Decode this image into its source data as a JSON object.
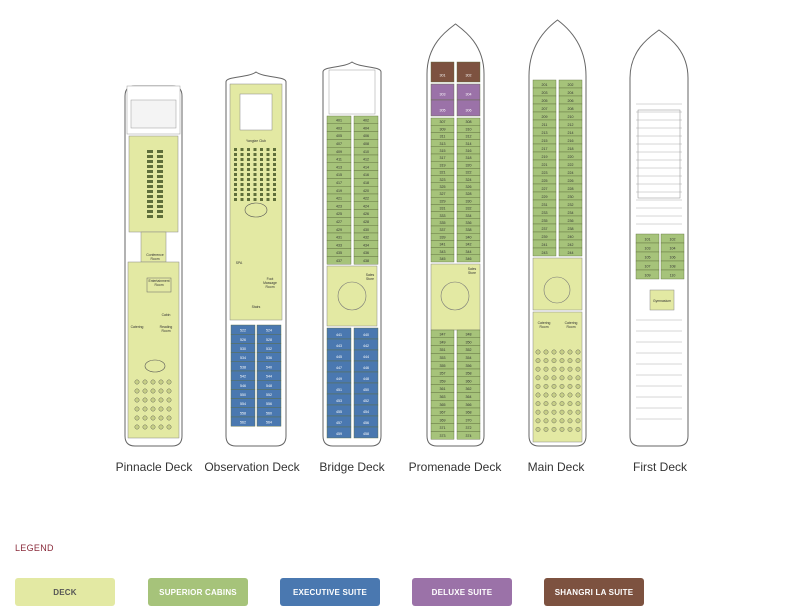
{
  "decks": [
    {
      "id": "pinnacle",
      "label": "Pinnacle Deck",
      "rooms": [
        {
          "text": "Conference Room"
        },
        {
          "text": "Entertainment Room"
        },
        {
          "text": "Catering"
        },
        {
          "text": "Cabin"
        },
        {
          "text": "Reading Room"
        }
      ]
    },
    {
      "id": "observation",
      "label": "Observation Deck",
      "rooms": [
        {
          "text": "Yangtze Club"
        },
        {
          "text": "SPA"
        },
        {
          "text": "Foot Massage Room"
        },
        {
          "text": "Stairs"
        }
      ],
      "cabins": [
        [
          "522",
          "524"
        ],
        [
          "526",
          "528"
        ],
        [
          "530",
          "532"
        ],
        [
          "534",
          "536"
        ],
        [
          "538",
          "540"
        ],
        [
          "542",
          "544"
        ],
        [
          "546",
          "548"
        ],
        [
          "550",
          "552"
        ],
        [
          "554",
          "556"
        ],
        [
          "558",
          "560"
        ],
        [
          "562",
          "564"
        ]
      ]
    },
    {
      "id": "bridge",
      "label": "Bridge  Deck",
      "rooms": [
        {
          "text": "Sales Store"
        }
      ],
      "cabins_top": [
        [
          "401",
          "402"
        ],
        [
          "403",
          "404"
        ],
        [
          "405",
          "406"
        ],
        [
          "407",
          "408"
        ],
        [
          "409",
          "410"
        ],
        [
          "411",
          "412"
        ],
        [
          "413",
          "414"
        ],
        [
          "415",
          "416"
        ],
        [
          "417",
          "418"
        ],
        [
          "419",
          "420"
        ],
        [
          "421",
          "422"
        ],
        [
          "423",
          "424"
        ],
        [
          "425",
          "426"
        ],
        [
          "427",
          "428"
        ],
        [
          "429",
          "430"
        ],
        [
          "431",
          "432"
        ],
        [
          "433",
          "434"
        ],
        [
          "435",
          "436"
        ],
        [
          "437",
          "438"
        ]
      ],
      "cabins_bottom": [
        [
          "441",
          "440"
        ],
        [
          "443",
          "442"
        ],
        [
          "445",
          "444"
        ],
        [
          "447",
          "446"
        ],
        [
          "449",
          "448"
        ],
        [
          "451",
          "450"
        ],
        [
          "453",
          "452"
        ],
        [
          "455",
          "454"
        ],
        [
          "457",
          "456"
        ],
        [
          "459",
          "458"
        ]
      ]
    },
    {
      "id": "promenade",
      "label": "Promenade Deck",
      "rooms": [
        {
          "text": "Sales Store"
        }
      ],
      "suite_rows": [
        [
          "301",
          "302"
        ]
      ],
      "deluxe_rows": [
        [
          "303",
          "304"
        ],
        [
          "305",
          "306"
        ]
      ],
      "cabins_top": [
        [
          "307",
          "308"
        ],
        [
          "309",
          "310"
        ],
        [
          "311",
          "312"
        ],
        [
          "313",
          "314"
        ],
        [
          "315",
          "316"
        ],
        [
          "317",
          "318"
        ],
        [
          "319",
          "320"
        ],
        [
          "321",
          "322"
        ],
        [
          "323",
          "324"
        ],
        [
          "325",
          "326"
        ],
        [
          "327",
          "328"
        ],
        [
          "329",
          "330"
        ],
        [
          "331",
          "332"
        ],
        [
          "333",
          "334"
        ],
        [
          "335",
          "336"
        ],
        [
          "337",
          "338"
        ],
        [
          "339",
          "340"
        ],
        [
          "341",
          "342"
        ],
        [
          "343",
          "344"
        ],
        [
          "345",
          "346"
        ]
      ],
      "cabins_bottom": [
        [
          "347",
          "348"
        ],
        [
          "349",
          "350"
        ],
        [
          "351",
          "352"
        ],
        [
          "353",
          "354"
        ],
        [
          "355",
          "356"
        ],
        [
          "357",
          "358"
        ],
        [
          "359",
          "360"
        ],
        [
          "361",
          "362"
        ],
        [
          "363",
          "364"
        ],
        [
          "365",
          "366"
        ],
        [
          "367",
          "368"
        ],
        [
          "369",
          "370"
        ],
        [
          "371",
          "372"
        ],
        [
          "373",
          "374"
        ]
      ]
    },
    {
      "id": "main",
      "label": "Main Deck",
      "rooms": [
        {
          "text": "Catering Room"
        },
        {
          "text": "Catering Room"
        }
      ],
      "cabins_top": [
        [
          "201",
          "202"
        ],
        [
          "203",
          "204"
        ],
        [
          "205",
          "206"
        ],
        [
          "207",
          "208"
        ],
        [
          "209",
          "210"
        ],
        [
          "211",
          "212"
        ],
        [
          "213",
          "214"
        ],
        [
          "215",
          "216"
        ],
        [
          "217",
          "218"
        ],
        [
          "219",
          "220"
        ],
        [
          "221",
          "222"
        ],
        [
          "223",
          "224"
        ],
        [
          "225",
          "226"
        ],
        [
          "227",
          "228"
        ],
        [
          "229",
          "230"
        ],
        [
          "231",
          "232"
        ],
        [
          "233",
          "234"
        ],
        [
          "235",
          "236"
        ],
        [
          "237",
          "238"
        ],
        [
          "239",
          "240"
        ],
        [
          "241",
          "242"
        ],
        [
          "243",
          "244"
        ]
      ]
    },
    {
      "id": "first",
      "label": "First Deck",
      "rooms": [
        {
          "text": "Gymnasium"
        }
      ],
      "cabins_top": [
        [
          "101",
          "102"
        ],
        [
          "103",
          "104"
        ],
        [
          "105",
          "106"
        ],
        [
          "107",
          "108"
        ],
        [
          "109",
          "110"
        ]
      ]
    }
  ],
  "legend": {
    "title": "LEGEND",
    "items": [
      {
        "key": "deck",
        "label": "DECK",
        "color": "#e3e9a3",
        "text_color": "#555555"
      },
      {
        "key": "superior",
        "label": "SUPERIOR CABINS",
        "color": "#a6c37a",
        "text_color": "#ffffff"
      },
      {
        "key": "executive",
        "label": "EXECUTIVE SUITE",
        "color": "#4a78b0",
        "text_color": "#ffffff"
      },
      {
        "key": "deluxe",
        "label": "DELUXE SUITE",
        "color": "#9b72a8",
        "text_color": "#ffffff"
      },
      {
        "key": "shangri",
        "label": "SHANGRI LA SUITE",
        "color": "#7d5240",
        "text_color": "#ffffff"
      }
    ]
  },
  "colors": {
    "deck": "#e3e9a3",
    "superior": "#a6c37a",
    "executive": "#4a78b0",
    "deluxe": "#9b72a8",
    "shangri": "#7d5240",
    "outline": "#666666"
  }
}
